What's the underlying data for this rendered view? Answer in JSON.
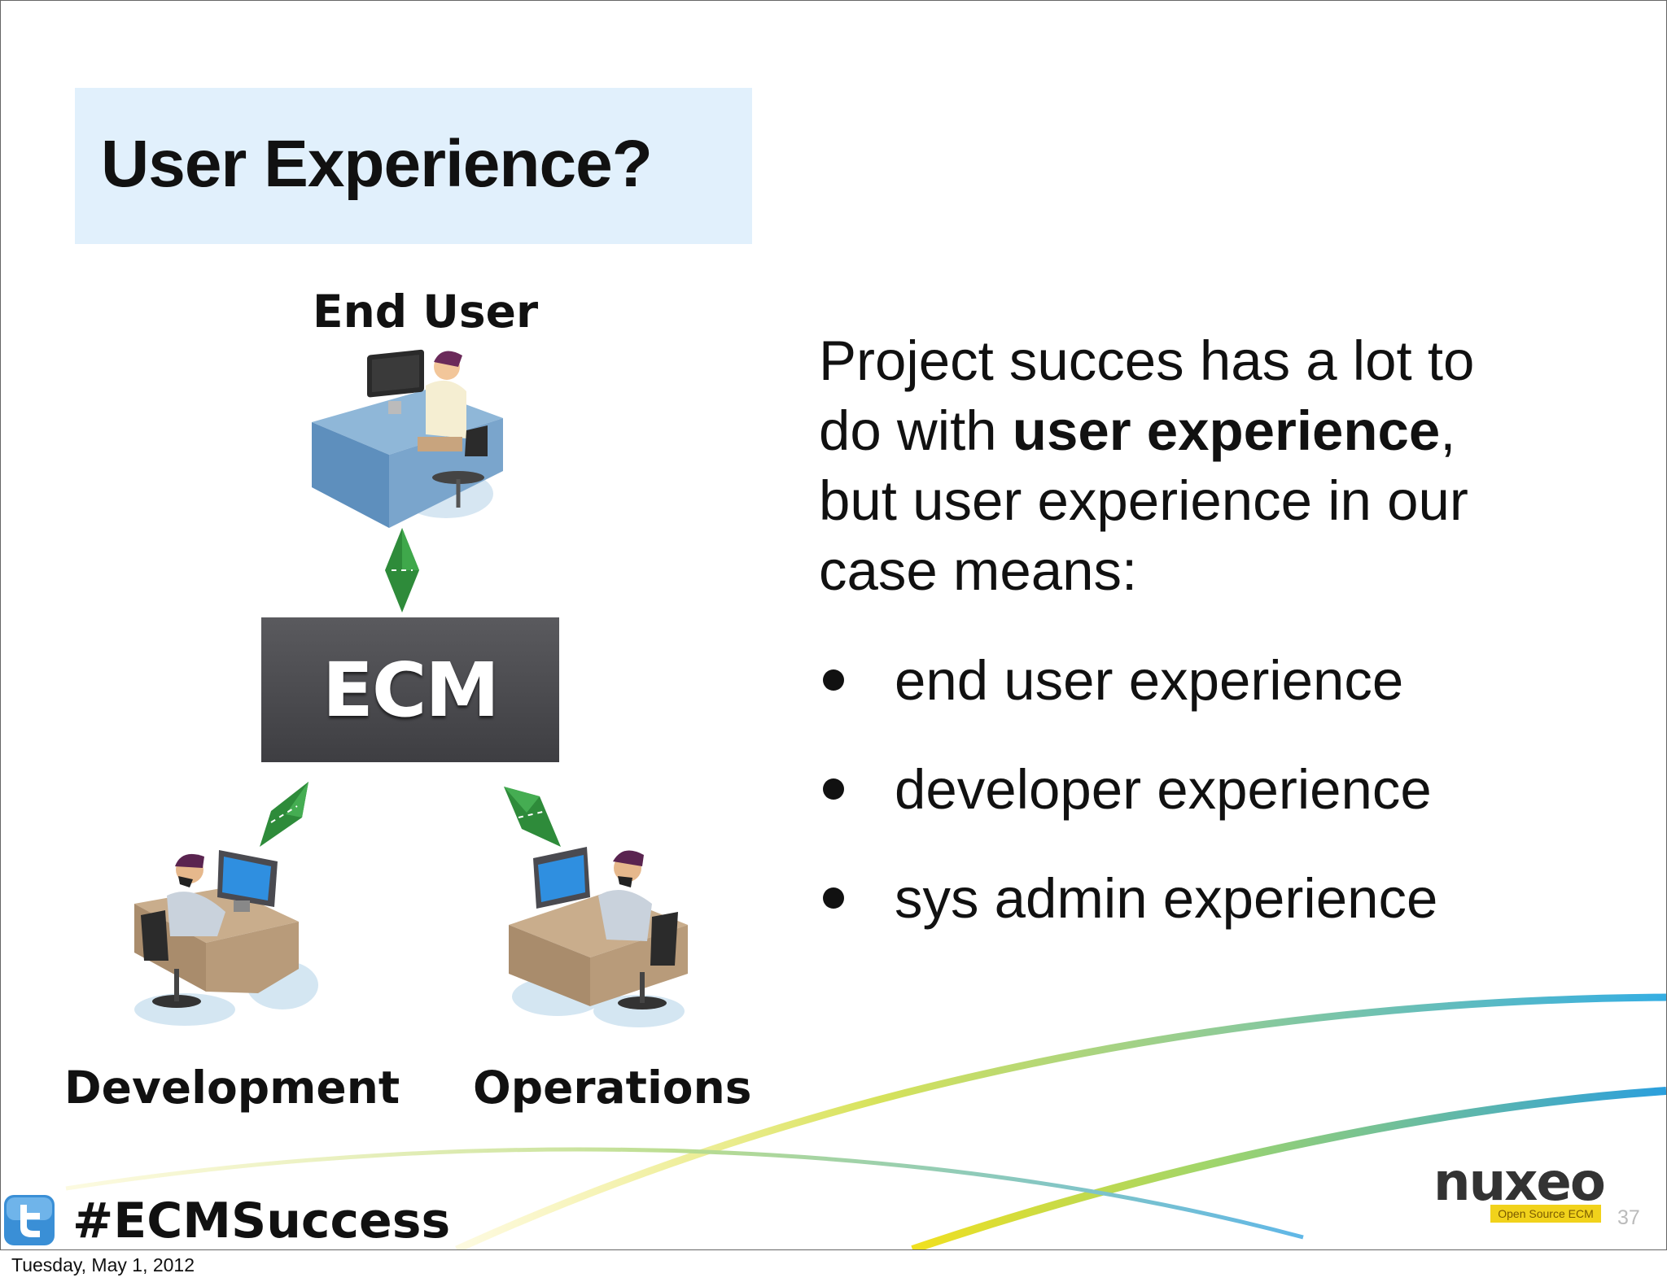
{
  "slide": {
    "title": "User Experience?",
    "diagram": {
      "top_label": "End User",
      "center_label": "ECM",
      "bottom_left_label": "Development",
      "bottom_right_label": "Operations"
    },
    "body": {
      "line1": "Project succes has a lot to",
      "line2_pre": "do with ",
      "line2_bold": "user experience",
      "line2_post": ",",
      "line3": "but user experience in our",
      "line4": "case means:"
    },
    "bullets": [
      "end user experience",
      "developer experience",
      "sys admin experience"
    ],
    "hashtag": "#ECMSuccess",
    "page_number": "37",
    "logo": {
      "word": "nuxeo",
      "tagline": "Open Source ECM"
    }
  },
  "footer": {
    "date": "Tuesday, May 1, 2012"
  },
  "colors": {
    "title_bg": "#e1f0fc",
    "ecm_box": "#4a4a4e",
    "arrow_green": "#2e8b3a",
    "twitter_blue": "#3a8fd6",
    "logo_yellow": "#f1d21b"
  },
  "icons": [
    "end-user-workstation-icon",
    "developer-workstation-icon",
    "operations-workstation-icon",
    "twitter-bird-icon",
    "double-arrow-icon"
  ]
}
